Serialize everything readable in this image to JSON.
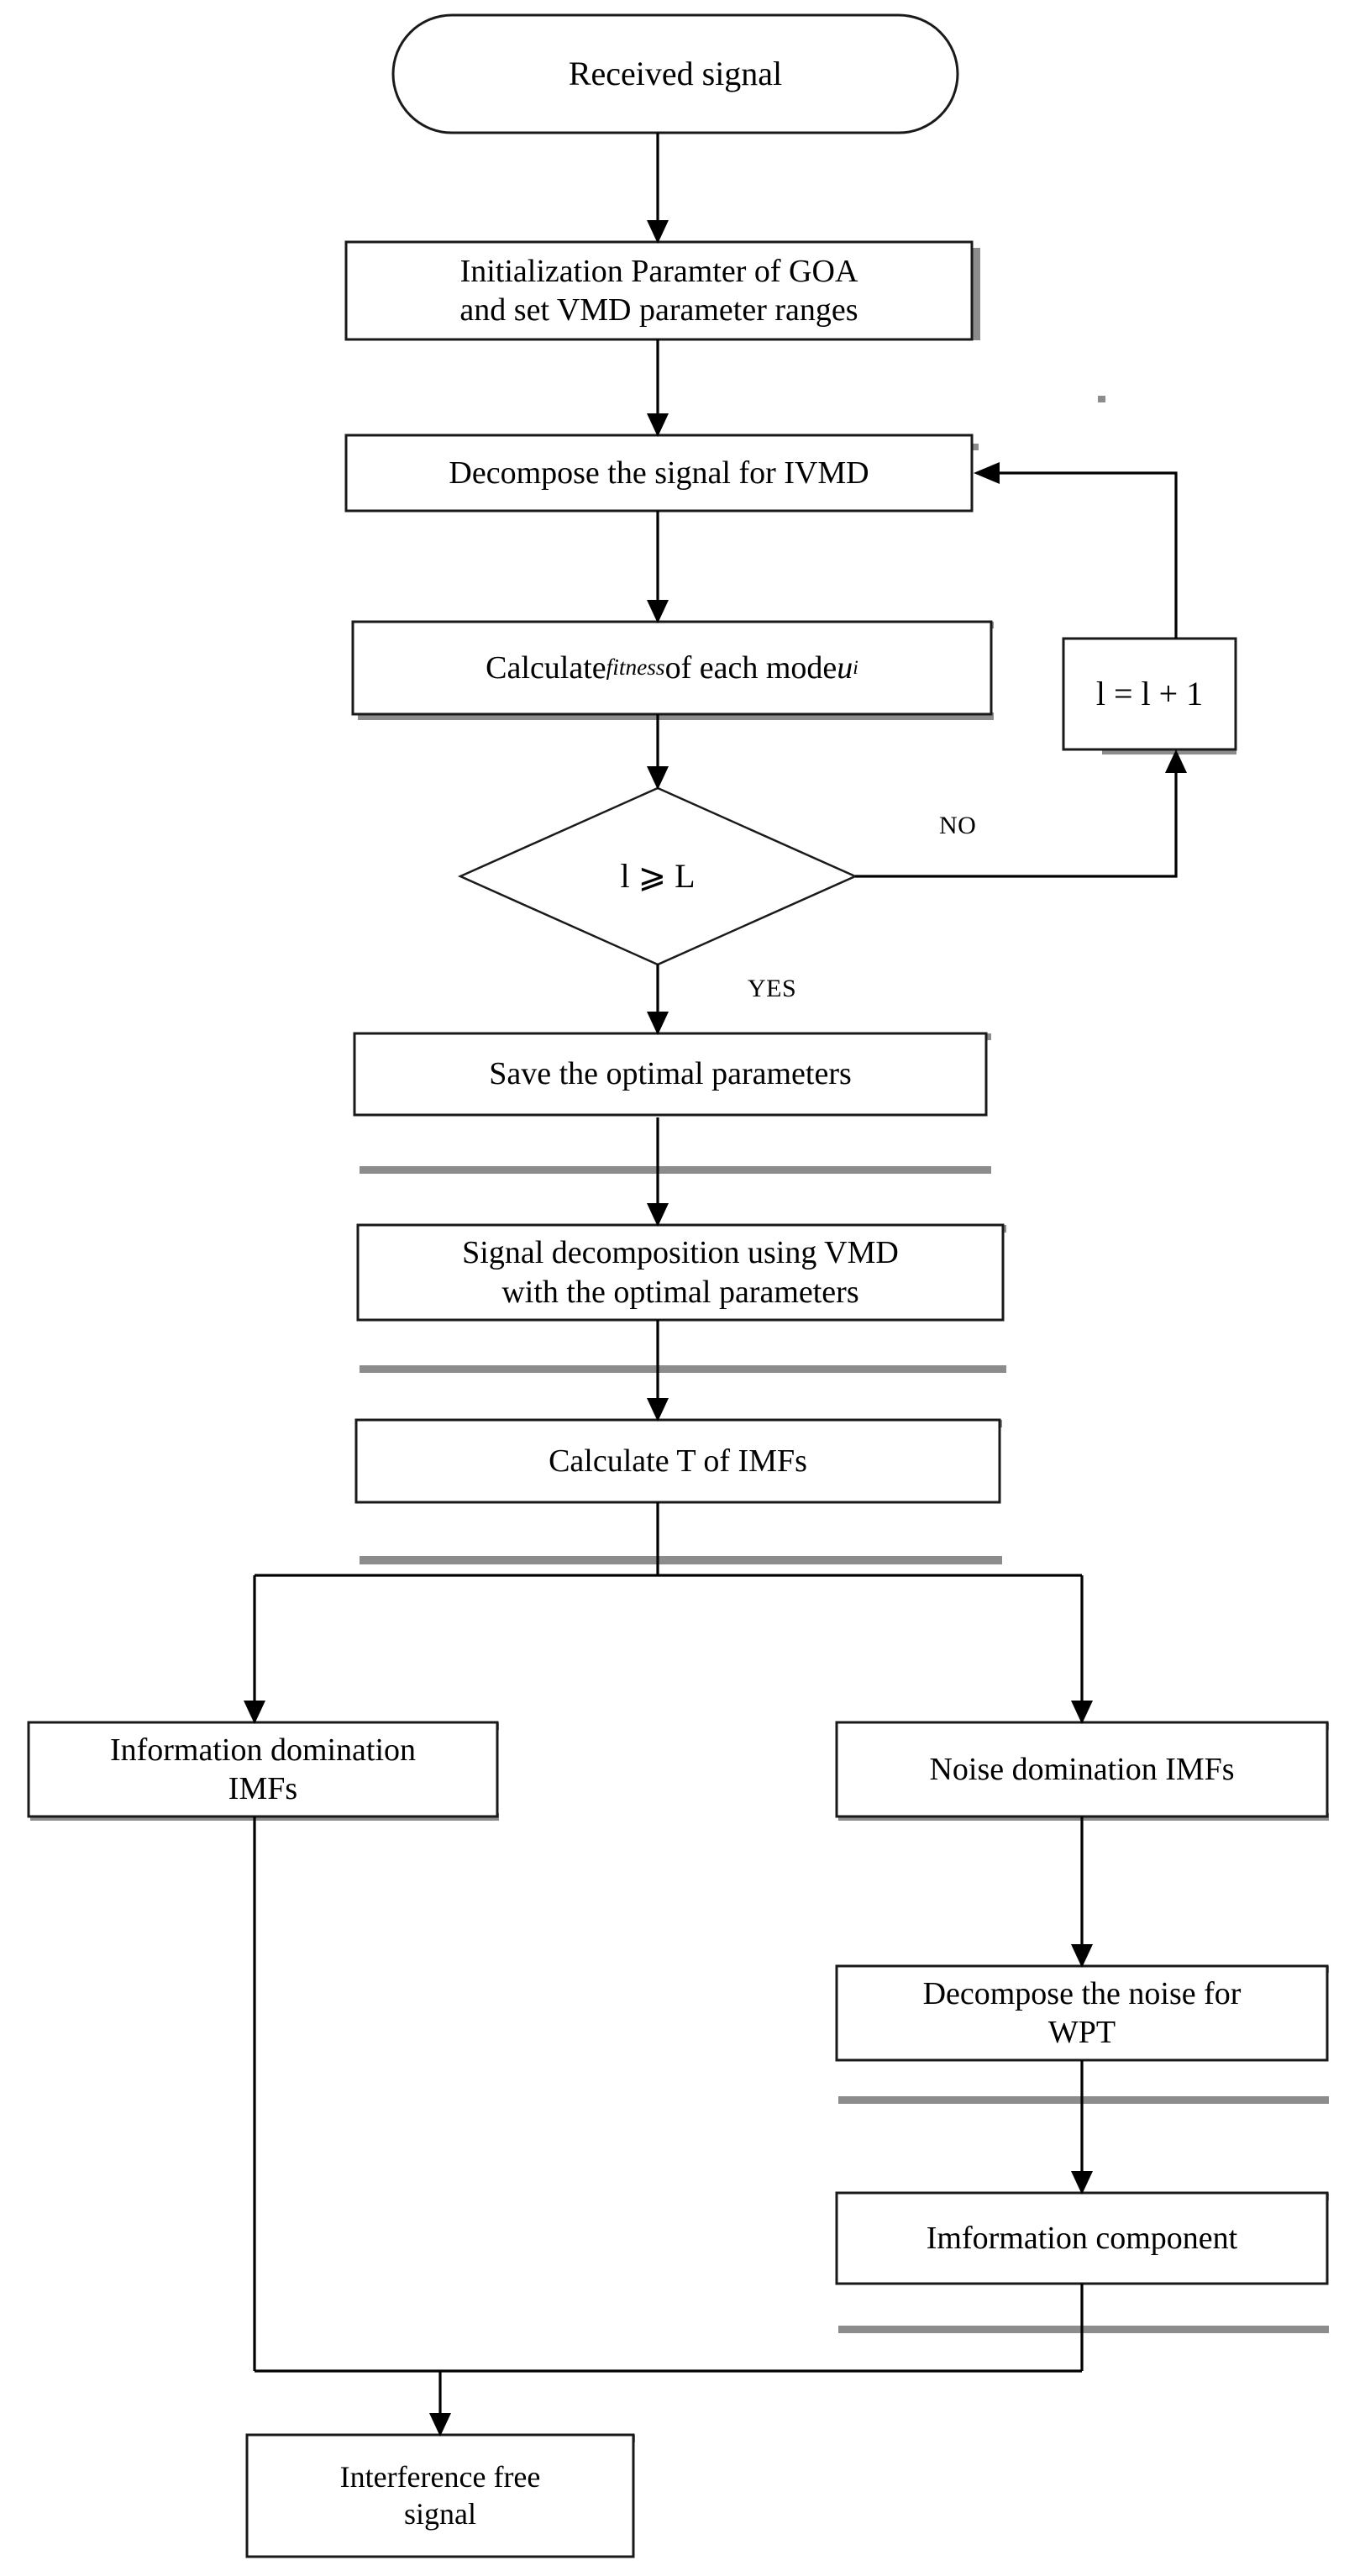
{
  "diagram": {
    "type": "flowchart",
    "title": "GOA-VMD-WPT interference suppression flowchart",
    "nodes": {
      "received_signal": {
        "label": "Received signal",
        "shape": "rounded-terminator"
      },
      "init_goa": {
        "label": "Initialization Paramter of GOA\nand set VMD parameter ranges",
        "shape": "process"
      },
      "decompose_ivmd": {
        "label": "Decompose the signal for IVMD",
        "shape": "process"
      },
      "calc_fitness_pre": {
        "label": "Calculate ",
        "label_italic": "fitness",
        "label_mid": " of each mode ",
        "label_var": "u",
        "label_sub": "i",
        "shape": "process"
      },
      "loop_increment": {
        "label": "l = l + 1",
        "shape": "process"
      },
      "decision": {
        "label": "l ⩾ L",
        "shape": "decision"
      },
      "save_params": {
        "label": "Save the optimal parameters",
        "shape": "process"
      },
      "signal_decomposition": {
        "label": "Signal decomposition using VMD\nwith the optimal parameters",
        "shape": "process"
      },
      "calc_t_imfs": {
        "label": "Calculate T of IMFs",
        "shape": "process"
      },
      "info_dom_imfs": {
        "label": "Information domination\nIMFs",
        "shape": "process"
      },
      "noise_dom_imfs": {
        "label": "Noise domination IMFs",
        "shape": "process"
      },
      "decompose_wpt": {
        "label": "Decompose the noise for\nWPT",
        "shape": "process"
      },
      "information_component": {
        "label": "Imformation component",
        "shape": "process"
      },
      "interference_free": {
        "label": "Interference free\nsignal",
        "shape": "process"
      }
    },
    "edge_labels": {
      "no": "NO",
      "yes": "YES"
    },
    "colors": {
      "stroke": "#1a1a1a",
      "shadow": "#8c8c8c",
      "fill": "#ffffff",
      "text": "#000000"
    }
  }
}
